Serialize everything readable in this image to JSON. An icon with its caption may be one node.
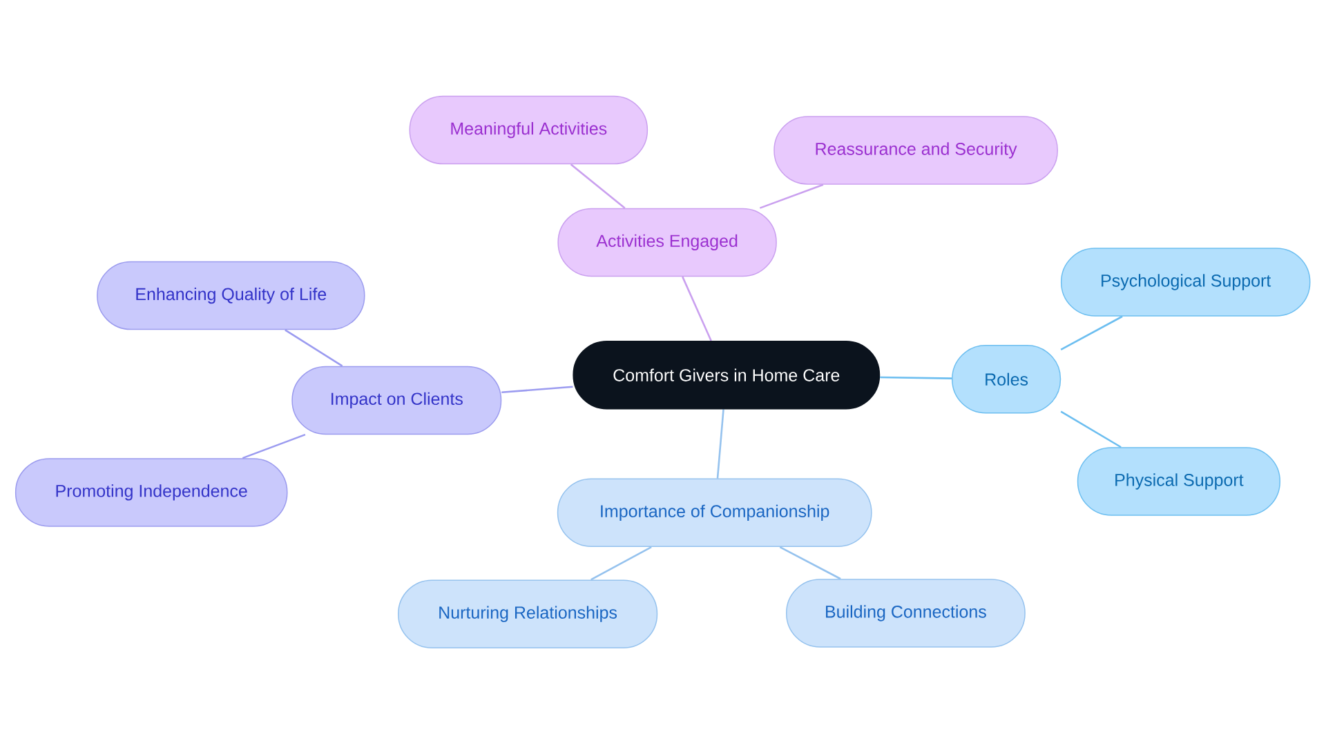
{
  "diagram": {
    "nodes": [
      {
        "text": [
          "Comfort Givers in Home Care"
        ]
      },
      {
        "text": [
          "Roles"
        ]
      },
      {
        "text": [
          "Psychological Support"
        ]
      },
      {
        "text": [
          "Physical Support"
        ]
      },
      {
        "text": [
          "Importance of Companionship"
        ]
      },
      {
        "text": [
          "Nurturing Relationships"
        ]
      },
      {
        "text": [
          "Building Connections"
        ]
      },
      {
        "text": [
          "Impact on Clients"
        ]
      },
      {
        "text": [
          "Enhancing Quality of Life"
        ]
      },
      {
        "text": [
          "Promoting Independence"
        ]
      },
      {
        "text": [
          "Activities Engaged"
        ]
      },
      {
        "text": [
          "Meaningful Activities"
        ]
      },
      {
        "text": [
          "Reassurance and Security"
        ]
      }
    ],
    "edges": [
      {
        "from": 0,
        "to": 1,
        "arrow": "none",
        "color": "#6cbef0"
      },
      {
        "from": 1,
        "to": 2,
        "arrow": "none",
        "color": "#6cbef0"
      },
      {
        "from": 1,
        "to": 3,
        "arrow": "none",
        "color": "#6cbef0"
      },
      {
        "from": 0,
        "to": 4,
        "arrow": "none",
        "color": "#95c2ee"
      },
      {
        "from": 4,
        "to": 5,
        "arrow": "none",
        "color": "#95c2ee"
      },
      {
        "from": 4,
        "to": 6,
        "arrow": "none",
        "color": "#95c2ee"
      },
      {
        "from": 0,
        "to": 7,
        "arrow": "none",
        "color": "#9b9bf0"
      },
      {
        "from": 7,
        "to": 8,
        "arrow": "none",
        "color": "#9b9bf0"
      },
      {
        "from": 7,
        "to": 9,
        "arrow": "none",
        "color": "#9b9bf0"
      },
      {
        "from": 0,
        "to": 10,
        "arrow": "none",
        "color": "#caa0ef"
      },
      {
        "from": 10,
        "to": 11,
        "arrow": "none",
        "color": "#caa0ef"
      },
      {
        "from": 10,
        "to": 12,
        "arrow": "none",
        "color": "#caa0ef"
      }
    ]
  }
}
